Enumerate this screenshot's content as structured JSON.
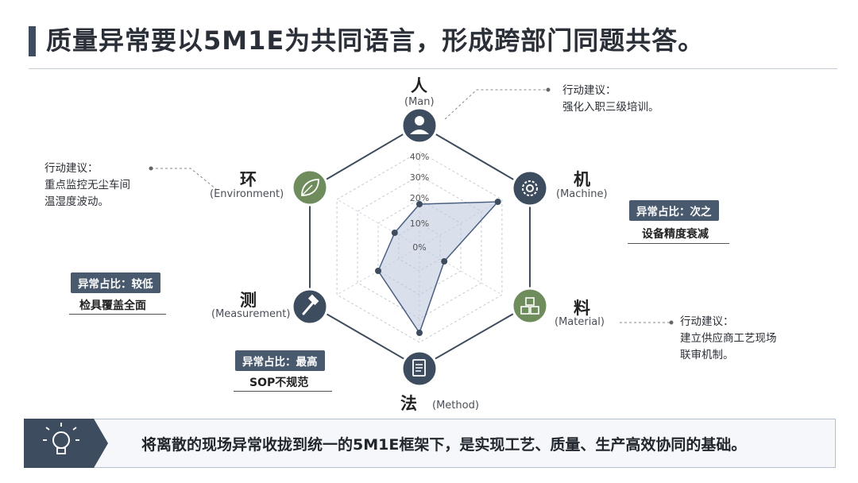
{
  "title": "质量异常要以5M1E为共同语言，形成跨部门同题共答。",
  "dimensions": {
    "man": {
      "name": "人",
      "en": "(Man)"
    },
    "machine": {
      "name": "机",
      "en": "(Machine)"
    },
    "material": {
      "name": "料",
      "en": "(Material)"
    },
    "method": {
      "name": "法",
      "en": "(Method)"
    },
    "measurement": {
      "name": "测",
      "en": "(Measurement)"
    },
    "environment": {
      "name": "环",
      "en": "(Environment)"
    }
  },
  "ticks": [
    "40%",
    "30%",
    "20%",
    "10%",
    "0%"
  ],
  "chart_data": {
    "type": "radar",
    "axes": [
      "人",
      "机",
      "料",
      "法",
      "测",
      "环"
    ],
    "values": [
      18,
      38,
      12,
      36,
      20,
      12
    ],
    "rmax": 40
  },
  "notes": {
    "man": {
      "line1": "行动建议：",
      "line2": "强化入职三级培训。"
    },
    "environment": {
      "line1": "行动建议：",
      "line2": "重点监控无尘车间",
      "line3": "温湿度波动。"
    },
    "material": {
      "line1": "行动建议：",
      "line2": "建立供应商工艺现场",
      "line3": "联审机制。"
    }
  },
  "badges": {
    "machine": {
      "label": "异常占比：次之",
      "desc": "设备精度衰减"
    },
    "measurement": {
      "label": "异常占比：较低",
      "desc": "检具覆盖全面"
    },
    "method": {
      "label": "异常占比：最高",
      "desc": "SOP不规范"
    }
  },
  "footer": "将离散的现场异常收拢到统一的5M1E框架下，是实现工艺、质量、生产高效协同的基础。",
  "colors": {
    "primary": "#3d4d5f",
    "icon_green": "#6e8c5c",
    "fill": "#b9c6dc"
  }
}
